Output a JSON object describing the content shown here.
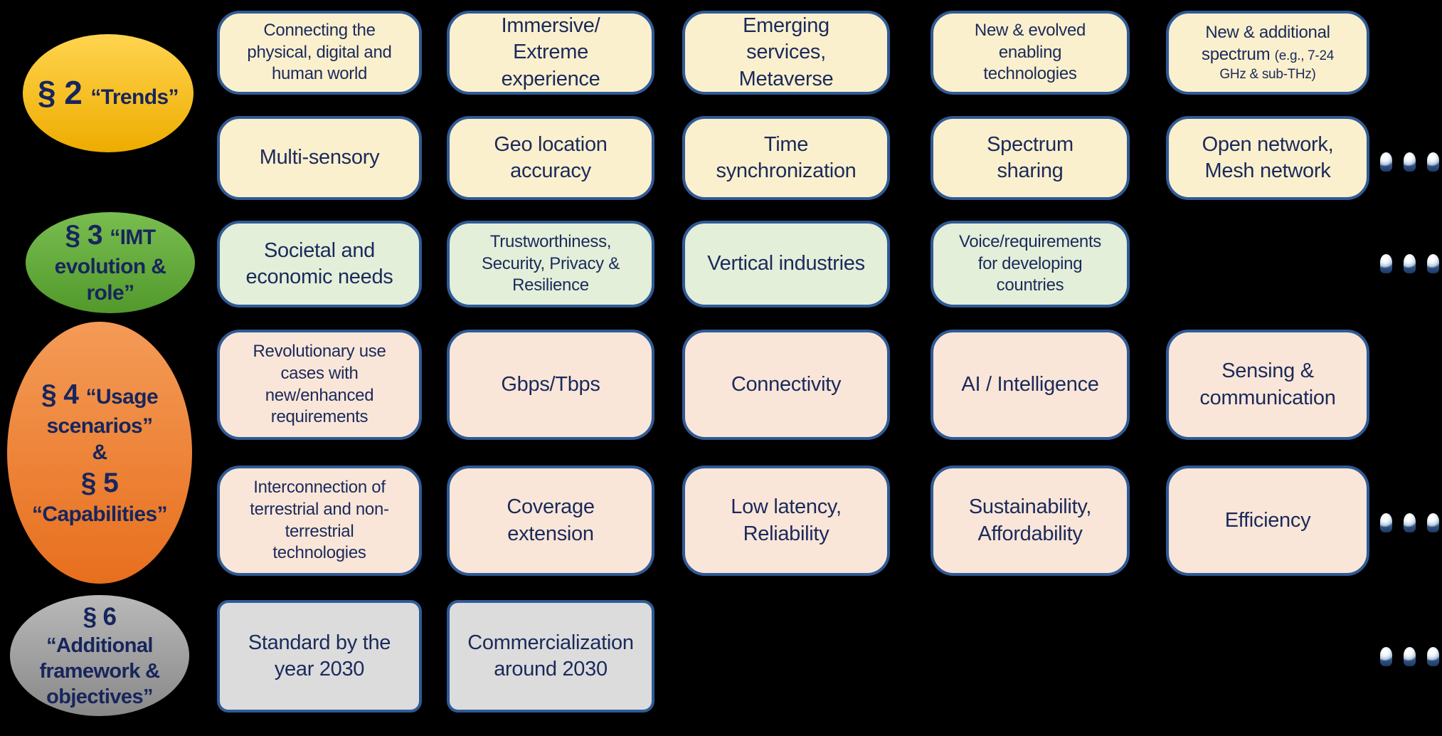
{
  "colors": {
    "background": "#000000",
    "box_border": "#2F5A96",
    "box_text": "#1B2A5B",
    "ellipse_text": "#17255C",
    "tones": {
      "yellow": "#FBF0CD",
      "green": "#E3EFD9",
      "pink": "#FAE6D8",
      "gray": "#DCDCDC"
    },
    "ellipse_gradients": {
      "trends": [
        "#FFD44F",
        "#EEAC00"
      ],
      "imt-evolution-role": [
        "#79BD4F",
        "#52992C"
      ],
      "usage-capabilities": [
        "#F49B57",
        "#E76F1E"
      ],
      "additional-framework-objectives": [
        "#B9B9B9",
        "#888888"
      ]
    },
    "dot_sphere": "#E9EFF6",
    "dot_base": "#2E4F80"
  },
  "sections": [
    {
      "id": "trends",
      "lines": [
        [
          {
            "t": "§ 2 ",
            "s": "num-xxl"
          },
          {
            "t": "“Trends”",
            "s": "cap"
          }
        ]
      ]
    },
    {
      "id": "imt-evolution-role",
      "lines": [
        [
          {
            "t": "§ 3 ",
            "s": "num-xl"
          },
          {
            "t": "“IMT",
            "s": "cap"
          }
        ],
        [
          {
            "t": "evolution &",
            "s": "cap"
          }
        ],
        [
          {
            "t": "role”",
            "s": "cap"
          }
        ]
      ]
    },
    {
      "id": "usage-capabilities",
      "lines": [
        [
          {
            "t": "§ 4 ",
            "s": "num-xl"
          },
          {
            "t": "“Usage",
            "s": "cap"
          }
        ],
        [
          {
            "t": "scenarios”",
            "s": "cap"
          }
        ],
        [
          {
            "t": "&",
            "s": "cap"
          }
        ],
        [
          {
            "t": "§ 5",
            "s": "num-xl"
          }
        ],
        [
          {
            "t": "“Capabilities”",
            "s": "cap"
          }
        ]
      ]
    },
    {
      "id": "additional-framework-objectives",
      "lines": [
        [
          {
            "t": "§ 6",
            "s": "num-lg"
          }
        ],
        [
          {
            "t": "“Additional",
            "s": "cap-sm"
          }
        ],
        [
          {
            "t": "framework &",
            "s": "cap-sm"
          }
        ],
        [
          {
            "t": "objectives”",
            "s": "cap-sm"
          }
        ]
      ]
    }
  ],
  "boxes": [
    {
      "id": "connecting-physical-digital-human-world",
      "row": 1,
      "col": 1,
      "tone": "yellow",
      "lines": [
        [
          {
            "t": "Connecting the",
            "s": "md"
          }
        ],
        [
          {
            "t": "physical, digital and",
            "s": "md"
          }
        ],
        [
          {
            "t": "human world",
            "s": "md"
          }
        ]
      ]
    },
    {
      "id": "immersive-extreme-experience",
      "row": 1,
      "col": 2,
      "tone": "yellow",
      "lines": [
        [
          {
            "t": "Immersive/",
            "s": "lg"
          }
        ],
        [
          {
            "t": "Extreme",
            "s": "lg"
          }
        ],
        [
          {
            "t": "experience",
            "s": "lg"
          }
        ]
      ]
    },
    {
      "id": "emerging-services-metaverse",
      "row": 1,
      "col": 3,
      "tone": "yellow",
      "lines": [
        [
          {
            "t": "Emerging",
            "s": "lg"
          }
        ],
        [
          {
            "t": "services,",
            "s": "lg"
          }
        ],
        [
          {
            "t": "Metaverse",
            "s": "lg"
          }
        ]
      ]
    },
    {
      "id": "new-evolved-enabling-technologies",
      "row": 1,
      "col": 4,
      "tone": "yellow",
      "lines": [
        [
          {
            "t": "New & evolved",
            "s": "md"
          }
        ],
        [
          {
            "t": "enabling",
            "s": "md"
          }
        ],
        [
          {
            "t": "technologies",
            "s": "md"
          }
        ]
      ]
    },
    {
      "id": "new-additional-spectrum",
      "row": 1,
      "col": 5,
      "tone": "yellow",
      "lines": [
        [
          {
            "t": "New & additional",
            "s": "md"
          }
        ],
        [
          {
            "t": "spectrum ",
            "s": "md"
          },
          {
            "t": "(e.g., 7-24",
            "s": "sm"
          }
        ],
        [
          {
            "t": "GHz & sub-THz)",
            "s": "sm"
          }
        ]
      ]
    },
    {
      "id": "multi-sensory",
      "row": 2,
      "col": 1,
      "tone": "yellow",
      "lines": [
        [
          {
            "t": "Multi-sensory",
            "s": "lg"
          }
        ]
      ]
    },
    {
      "id": "geo-location-accuracy",
      "row": 2,
      "col": 2,
      "tone": "yellow",
      "lines": [
        [
          {
            "t": "Geo location",
            "s": "lg"
          }
        ],
        [
          {
            "t": "accuracy",
            "s": "lg"
          }
        ]
      ]
    },
    {
      "id": "time-synchronization",
      "row": 2,
      "col": 3,
      "tone": "yellow",
      "lines": [
        [
          {
            "t": "Time",
            "s": "lg"
          }
        ],
        [
          {
            "t": "synchronization",
            "s": "lg"
          }
        ]
      ]
    },
    {
      "id": "spectrum-sharing",
      "row": 2,
      "col": 4,
      "tone": "yellow",
      "lines": [
        [
          {
            "t": "Spectrum",
            "s": "lg"
          }
        ],
        [
          {
            "t": "sharing",
            "s": "lg"
          }
        ]
      ]
    },
    {
      "id": "open-network-mesh-network",
      "row": 2,
      "col": 5,
      "tone": "yellow",
      "lines": [
        [
          {
            "t": "Open network,",
            "s": "lg"
          }
        ],
        [
          {
            "t": "Mesh network",
            "s": "lg"
          }
        ]
      ]
    },
    {
      "id": "societal-economic-needs",
      "row": 3,
      "col": 1,
      "tone": "green",
      "lines": [
        [
          {
            "t": "Societal and",
            "s": "lg"
          }
        ],
        [
          {
            "t": "economic needs",
            "s": "lg"
          }
        ]
      ]
    },
    {
      "id": "trustworthiness-security-privacy-resilience",
      "row": 3,
      "col": 2,
      "tone": "green",
      "lines": [
        [
          {
            "t": "Trustworthiness,",
            "s": "md"
          }
        ],
        [
          {
            "t": "Security, Privacy &",
            "s": "md"
          }
        ],
        [
          {
            "t": "Resilience",
            "s": "md"
          }
        ]
      ]
    },
    {
      "id": "vertical-industries",
      "row": 3,
      "col": 3,
      "tone": "green",
      "lines": [
        [
          {
            "t": "Vertical industries",
            "s": "lg"
          }
        ]
      ]
    },
    {
      "id": "voice-requirements-developing-countries",
      "row": 3,
      "col": 4,
      "tone": "green",
      "lines": [
        [
          {
            "t": "Voice/requirements",
            "s": "md"
          }
        ],
        [
          {
            "t": "for developing",
            "s": "md"
          }
        ],
        [
          {
            "t": "countries",
            "s": "md"
          }
        ]
      ]
    },
    {
      "id": "revolutionary-use-cases",
      "row": 4,
      "col": 1,
      "tone": "pink",
      "lines": [
        [
          {
            "t": "Revolutionary use",
            "s": "md"
          }
        ],
        [
          {
            "t": "cases with",
            "s": "md"
          }
        ],
        [
          {
            "t": "new/enhanced",
            "s": "md"
          }
        ],
        [
          {
            "t": "requirements",
            "s": "md"
          }
        ]
      ]
    },
    {
      "id": "gbps-tbps",
      "row": 4,
      "col": 2,
      "tone": "pink",
      "lines": [
        [
          {
            "t": "Gbps/Tbps",
            "s": "lg"
          }
        ]
      ]
    },
    {
      "id": "connectivity",
      "row": 4,
      "col": 3,
      "tone": "pink",
      "lines": [
        [
          {
            "t": "Connectivity",
            "s": "lg"
          }
        ]
      ]
    },
    {
      "id": "ai-intelligence",
      "row": 4,
      "col": 4,
      "tone": "pink",
      "lines": [
        [
          {
            "t": "AI / Intelligence",
            "s": "lg"
          }
        ]
      ]
    },
    {
      "id": "sensing-communication",
      "row": 4,
      "col": 5,
      "tone": "pink",
      "lines": [
        [
          {
            "t": "Sensing &",
            "s": "lg"
          }
        ],
        [
          {
            "t": "communication",
            "s": "lg"
          }
        ]
      ]
    },
    {
      "id": "interconnection-terrestrial-non-terrestrial",
      "row": 5,
      "col": 1,
      "tone": "pink",
      "lines": [
        [
          {
            "t": "Interconnection of",
            "s": "md"
          }
        ],
        [
          {
            "t": "terrestrial and non-",
            "s": "md"
          }
        ],
        [
          {
            "t": "terrestrial",
            "s": "md"
          }
        ],
        [
          {
            "t": "technologies",
            "s": "md"
          }
        ]
      ]
    },
    {
      "id": "coverage-extension",
      "row": 5,
      "col": 2,
      "tone": "pink",
      "lines": [
        [
          {
            "t": "Coverage",
            "s": "lg"
          }
        ],
        [
          {
            "t": "extension",
            "s": "lg"
          }
        ]
      ]
    },
    {
      "id": "low-latency-reliability",
      "row": 5,
      "col": 3,
      "tone": "pink",
      "lines": [
        [
          {
            "t": "Low latency,",
            "s": "lg"
          }
        ],
        [
          {
            "t": "Reliability",
            "s": "lg"
          }
        ]
      ]
    },
    {
      "id": "sustainability-affordability",
      "row": 5,
      "col": 4,
      "tone": "pink",
      "lines": [
        [
          {
            "t": "Sustainability,",
            "s": "lg"
          }
        ],
        [
          {
            "t": "Affordability",
            "s": "lg"
          }
        ]
      ]
    },
    {
      "id": "efficiency",
      "row": 5,
      "col": 5,
      "tone": "pink",
      "lines": [
        [
          {
            "t": "Efficiency",
            "s": "lg"
          }
        ]
      ]
    },
    {
      "id": "standard-by-year-2030",
      "row": 6,
      "col": 1,
      "tone": "gray",
      "lines": [
        [
          {
            "t": "Standard by the",
            "s": "lg"
          }
        ],
        [
          {
            "t": "year 2030",
            "s": "lg"
          }
        ]
      ]
    },
    {
      "id": "commercialization-around-2030",
      "row": 6,
      "col": 2,
      "tone": "gray",
      "lines": [
        [
          {
            "t": "Commercialization",
            "s": "lg"
          }
        ],
        [
          {
            "t": "around 2030",
            "s": "lg"
          }
        ]
      ]
    }
  ],
  "ellipsis_dots": {
    "count_per_group": 3,
    "groups": [
      "trends-row-2-right",
      "imt-row-right",
      "capabilities-row-5-right",
      "additional-row-right"
    ]
  }
}
